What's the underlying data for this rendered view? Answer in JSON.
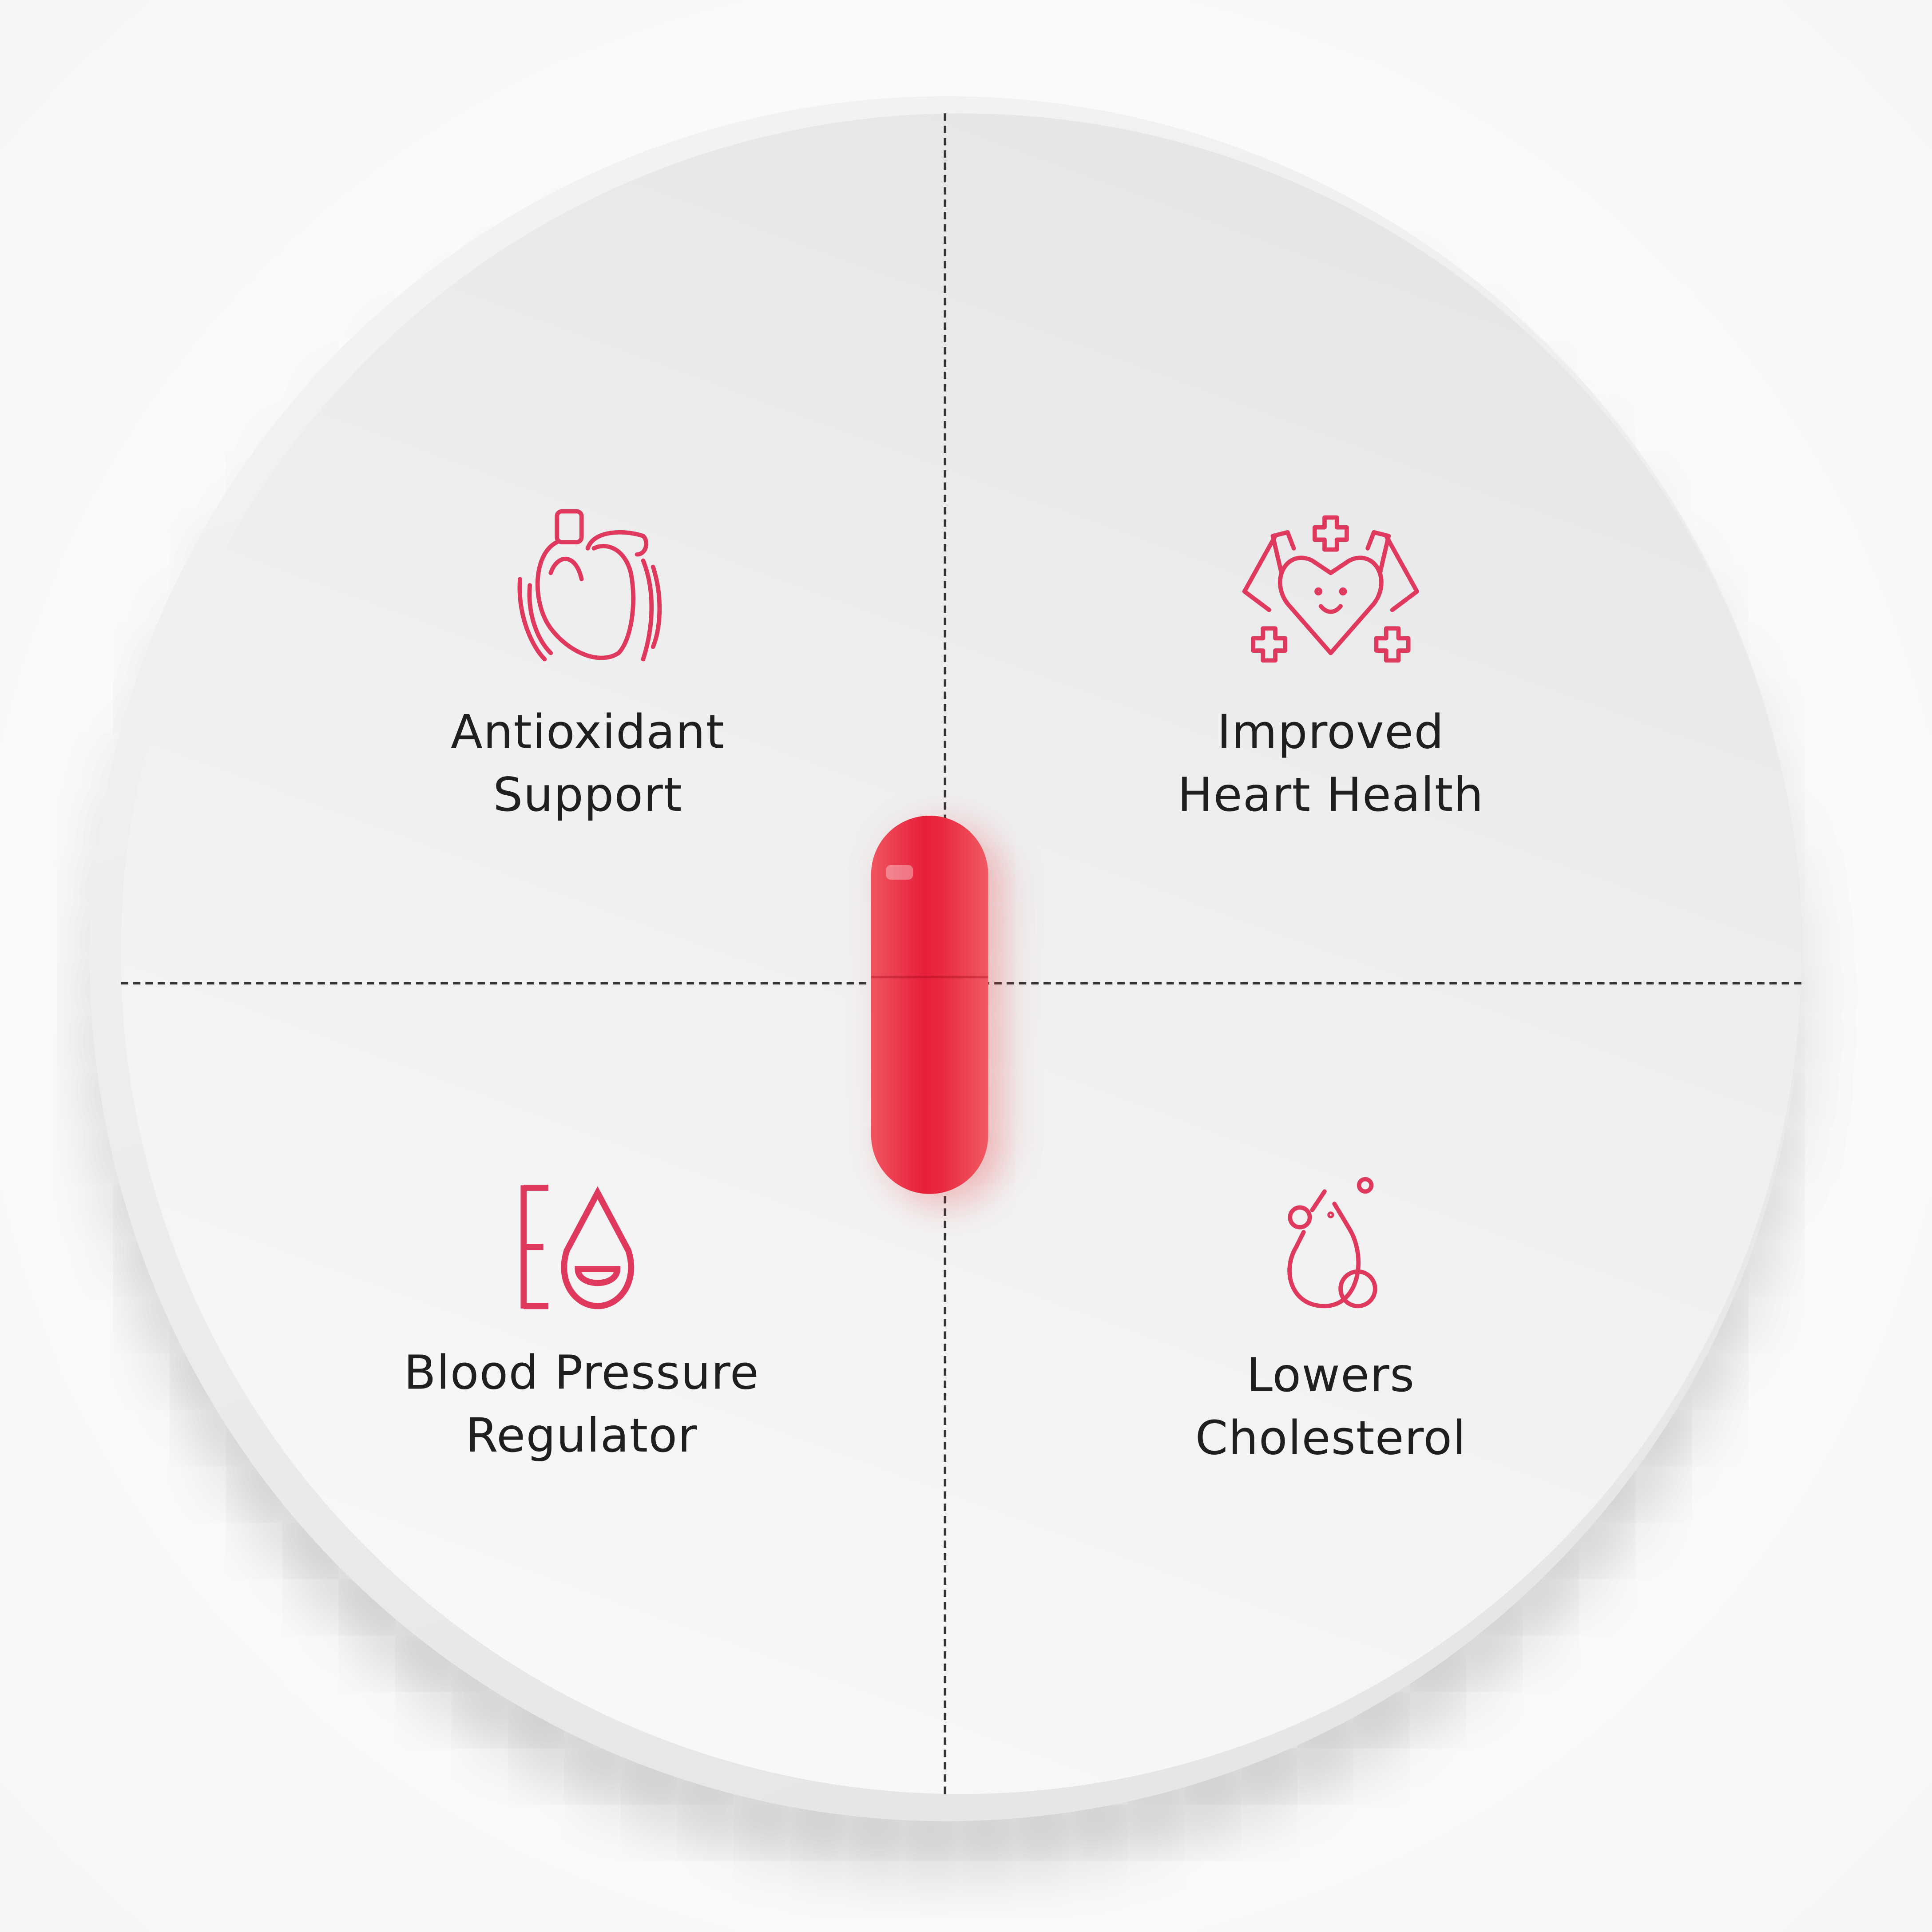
{
  "colors": {
    "accent": "#e0395e",
    "text": "#1f1f1f",
    "capsule": "#e8293f"
  },
  "features": [
    {
      "icon": "anatomical-heart-icon",
      "lines": [
        "Antioxidant",
        "Support"
      ]
    },
    {
      "icon": "strong-heart-icon",
      "lines": [
        "Improved",
        "Heart Health"
      ]
    },
    {
      "icon": "blood-pressure-drop-icon",
      "lines": [
        "Blood Pressure",
        "Regulator"
      ]
    },
    {
      "icon": "cholesterol-drop-icon",
      "lines": [
        "Lowers",
        "Cholesterol"
      ]
    }
  ]
}
